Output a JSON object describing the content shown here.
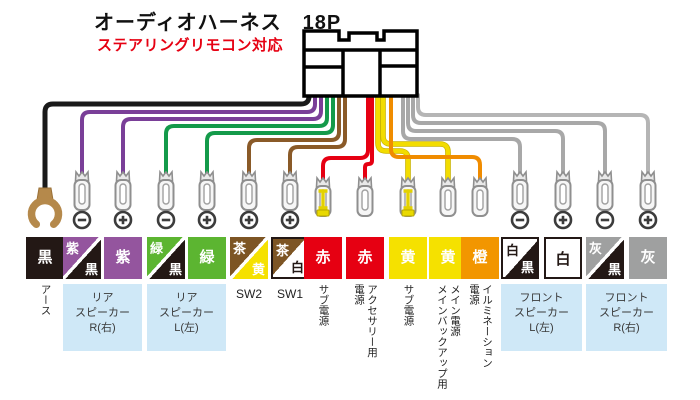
{
  "header": {
    "title": "オーディオハーネス　18P",
    "subtitle": "ステアリングリモコン対応",
    "subtitle_color": "#e60012"
  },
  "palette": {
    "black": "#231815",
    "purple": "#94559e",
    "green": "#5cb531",
    "brown": "#7d5524",
    "yellow": "#f5e100",
    "red": "#e60012",
    "orange": "#f29600",
    "gray": "#9fa0a0",
    "white": "#ffffff",
    "light_blue": "#cfe8f7",
    "terminal_tan": "#b5894b",
    "wire_gray": "#a8a8a8"
  },
  "wires": [
    {
      "name": "earth",
      "wire_hex": "#1a1a1a",
      "terminal": "claw",
      "sign": "",
      "label": {
        "style": "solid",
        "text": "黒",
        "bg": "#231815",
        "fg": "#ffffff"
      },
      "caption": {
        "kind": "vertical",
        "cols": [
          "アース"
        ]
      }
    },
    {
      "name": "rear-speaker-right-minus",
      "wire_hex": "#7a3f98",
      "terminal": "bullet",
      "sign": "minus",
      "label": {
        "style": "split",
        "t1": "紫",
        "c1": "#94559e",
        "f1": "#ffffff",
        "t2": "黒",
        "c2": "#231815",
        "f2": "#ffffff"
      }
    },
    {
      "name": "rear-speaker-right-plus",
      "wire_hex": "#7a3f98",
      "terminal": "bullet",
      "sign": "plus",
      "label": {
        "style": "solid",
        "text": "紫",
        "bg": "#94559e",
        "fg": "#ffffff"
      }
    },
    {
      "name": "rear-speaker-left-minus",
      "wire_hex": "#149a4a",
      "terminal": "bullet",
      "sign": "minus",
      "label": {
        "style": "split",
        "t1": "緑",
        "c1": "#5cb531",
        "f1": "#ffffff",
        "t2": "黒",
        "c2": "#231815",
        "f2": "#ffffff"
      }
    },
    {
      "name": "rear-speaker-left-plus",
      "wire_hex": "#149a4a",
      "terminal": "bullet",
      "sign": "plus",
      "label": {
        "style": "solid",
        "text": "緑",
        "bg": "#5cb531",
        "fg": "#ffffff"
      }
    },
    {
      "name": "sw2",
      "wire_hex": "#8a5a28",
      "terminal": "bullet",
      "sign": "plus",
      "label": {
        "style": "split",
        "t1": "茶",
        "c1": "#7d5524",
        "f1": "#ffffff",
        "t2": "黄",
        "c2": "#f5e100",
        "f2": "#ffffff"
      },
      "caption": {
        "kind": "text",
        "text": "SW2"
      }
    },
    {
      "name": "sw1",
      "wire_hex": "#8a5a28",
      "terminal": "bullet",
      "sign": "plus",
      "label": {
        "style": "split",
        "t1": "茶",
        "c1": "#7d5524",
        "f1": "#ffffff",
        "t2": "白",
        "c2": "#ffffff",
        "f2": "#231815",
        "border": true
      },
      "caption": {
        "kind": "text",
        "text": "SW1"
      }
    },
    {
      "name": "sub-power-red",
      "wire_hex": "#e60012",
      "terminal": "bullet-fuse",
      "sign": "",
      "label": {
        "style": "solid",
        "text": "赤",
        "bg": "#e60012",
        "fg": "#ffffff"
      },
      "caption": {
        "kind": "vertical",
        "cols": [
          "サブ電源"
        ]
      }
    },
    {
      "name": "accessory-power",
      "wire_hex": "#e60012",
      "terminal": "bullet",
      "sign": "",
      "label": {
        "style": "solid",
        "text": "赤",
        "bg": "#e60012",
        "fg": "#ffffff"
      },
      "caption": {
        "kind": "vertical",
        "cols": [
          "アクセサリー用",
          "電源"
        ]
      }
    },
    {
      "name": "sub-power-yellow",
      "wire_hex": "#f2dc00",
      "terminal": "bullet-fuse",
      "sign": "",
      "label": {
        "style": "solid",
        "text": "黄",
        "bg": "#f5e100",
        "fg": "#ffffff"
      },
      "caption": {
        "kind": "vertical",
        "cols": [
          "サブ電源"
        ]
      }
    },
    {
      "name": "main-power",
      "wire_hex": "#f2dc00",
      "terminal": "bullet",
      "sign": "",
      "label": {
        "style": "solid",
        "text": "黄",
        "bg": "#f5e100",
        "fg": "#ffffff"
      },
      "caption": {
        "kind": "vertical",
        "cols": [
          "メイン電源",
          "メインバックアップ用"
        ]
      }
    },
    {
      "name": "illumination-power",
      "wire_hex": "#f08c00",
      "terminal": "bullet",
      "sign": "",
      "label": {
        "style": "solid",
        "text": "橙",
        "bg": "#f29600",
        "fg": "#ffffff"
      },
      "caption": {
        "kind": "vertical",
        "cols": [
          "イルミネーション",
          "電源"
        ]
      }
    },
    {
      "name": "front-speaker-left-minus",
      "wire_hex": "#a8a8a8",
      "terminal": "bullet",
      "sign": "minus",
      "label": {
        "style": "split",
        "t1": "白",
        "c1": "#ffffff",
        "f1": "#231815",
        "t2": "黒",
        "c2": "#231815",
        "f2": "#ffffff",
        "border": true
      }
    },
    {
      "name": "front-speaker-left-plus",
      "wire_hex": "#a8a8a8",
      "terminal": "bullet",
      "sign": "plus",
      "label": {
        "style": "solid",
        "text": "白",
        "bg": "#ffffff",
        "fg": "#231815",
        "border": true
      }
    },
    {
      "name": "front-speaker-right-minus",
      "wire_hex": "#a8a8a8",
      "terminal": "bullet",
      "sign": "minus",
      "label": {
        "style": "split",
        "t1": "灰",
        "c1": "#9fa0a0",
        "f1": "#ffffff",
        "t2": "黒",
        "c2": "#231815",
        "f2": "#ffffff"
      }
    },
    {
      "name": "front-speaker-right-plus",
      "wire_hex": "#b5b5b5",
      "terminal": "bullet",
      "sign": "plus",
      "label": {
        "style": "solid",
        "text": "灰",
        "bg": "#9fa0a0",
        "fg": "#ffffff"
      }
    }
  ],
  "speaker_groups": [
    {
      "name": "rear-speaker-right",
      "span": [
        1,
        2
      ],
      "lines": [
        "リア",
        "スピーカー",
        "R(右)"
      ]
    },
    {
      "name": "rear-speaker-left",
      "span": [
        3,
        4
      ],
      "lines": [
        "リア",
        "スピーカー",
        "L(左)"
      ]
    },
    {
      "name": "front-speaker-left",
      "span": [
        12,
        13
      ],
      "lines": [
        "フロント",
        "スピーカー",
        "L(左)"
      ]
    },
    {
      "name": "front-speaker-right",
      "span": [
        14,
        15
      ],
      "lines": [
        "フロント",
        "スピーカー",
        "R(右)"
      ]
    }
  ]
}
